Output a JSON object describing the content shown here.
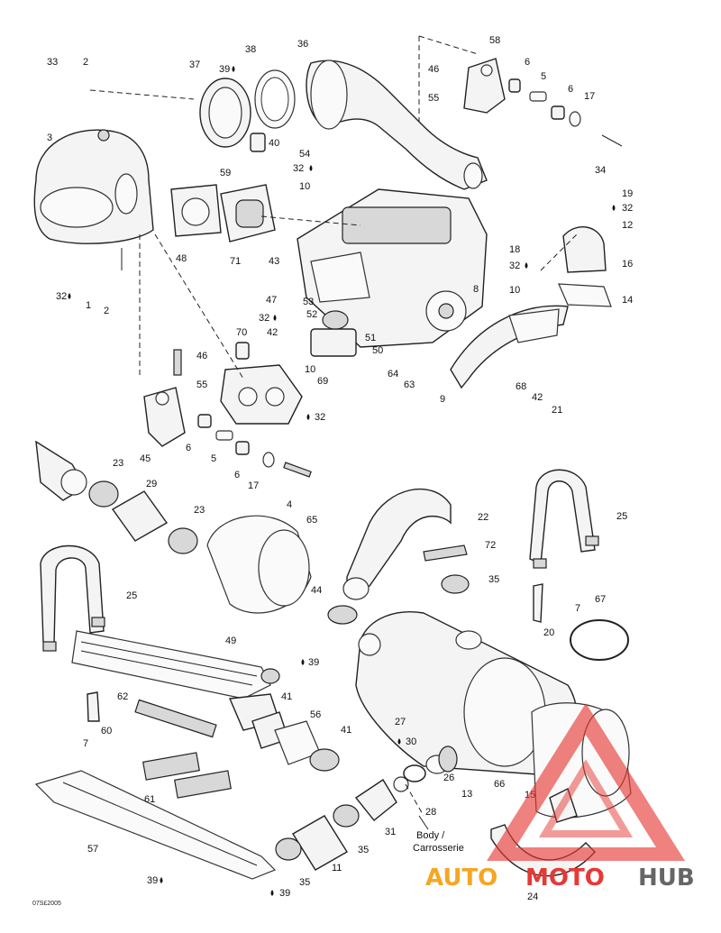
{
  "callouts": {
    "c33": "33",
    "c2a": "2",
    "c3": "3",
    "c37": "37",
    "c38": "38",
    "c39a": "39",
    "c36": "36",
    "c58": "58",
    "c46a": "46",
    "c6a": "6",
    "c5a": "5",
    "c55a": "55",
    "c6b": "6",
    "c17a": "17",
    "c40": "40",
    "c54": "54",
    "c32a": "32",
    "c10a": "10",
    "c59": "59",
    "c34": "34",
    "c19": "19",
    "c32b": "32",
    "c12": "12",
    "c48": "48",
    "c71": "71",
    "c43": "43",
    "c18": "18",
    "c32c": "32",
    "c16": "16",
    "c32d": "32",
    "c1": "1",
    "c2b": "2",
    "c8": "8",
    "c10b": "10",
    "c14": "14",
    "c47": "47",
    "c53": "53",
    "c32e": "32",
    "c52": "52",
    "c42a": "42",
    "c51": "51",
    "c50": "50",
    "c70": "70",
    "c46b": "46",
    "c55b": "55",
    "c10c": "10",
    "c69": "69",
    "c32f": "32",
    "c64": "64",
    "c63": "63",
    "c9": "9",
    "c68": "68",
    "c42b": "42",
    "c21": "21",
    "c45": "45",
    "c6c": "6",
    "c5b": "5",
    "c6d": "6",
    "c17b": "17",
    "c4": "4",
    "c23a": "23",
    "c29": "29",
    "c23b": "23",
    "c65": "65",
    "c22": "22",
    "c72": "72",
    "c35a": "35",
    "c25a": "25",
    "c25b": "25",
    "c44": "44",
    "c67": "67",
    "c7a": "7",
    "c20": "20",
    "c49": "49",
    "c39b": "39",
    "c41a": "41",
    "c62": "62",
    "c56": "56",
    "c41b": "41",
    "c27": "27",
    "c60": "60",
    "c7b": "7",
    "c30": "30",
    "c26": "26",
    "c13": "13",
    "c66": "66",
    "c61": "61",
    "c28": "28",
    "c15": "15",
    "c57": "57",
    "c31": "31",
    "c35b": "35",
    "c11": "11",
    "c35c": "35",
    "c39c": "39",
    "c39d": "39",
    "c24": "24"
  },
  "note_line1": "Body /",
  "note_line2": "Carrosserie",
  "diagram_code": "07S£2005",
  "watermark": {
    "text_part1": "AUTO",
    "text_part2": "MOTO",
    "text_part3": "HUB",
    "color_orange": "#f5a623",
    "color_red": "#e53935",
    "color_gray": "#666666"
  }
}
